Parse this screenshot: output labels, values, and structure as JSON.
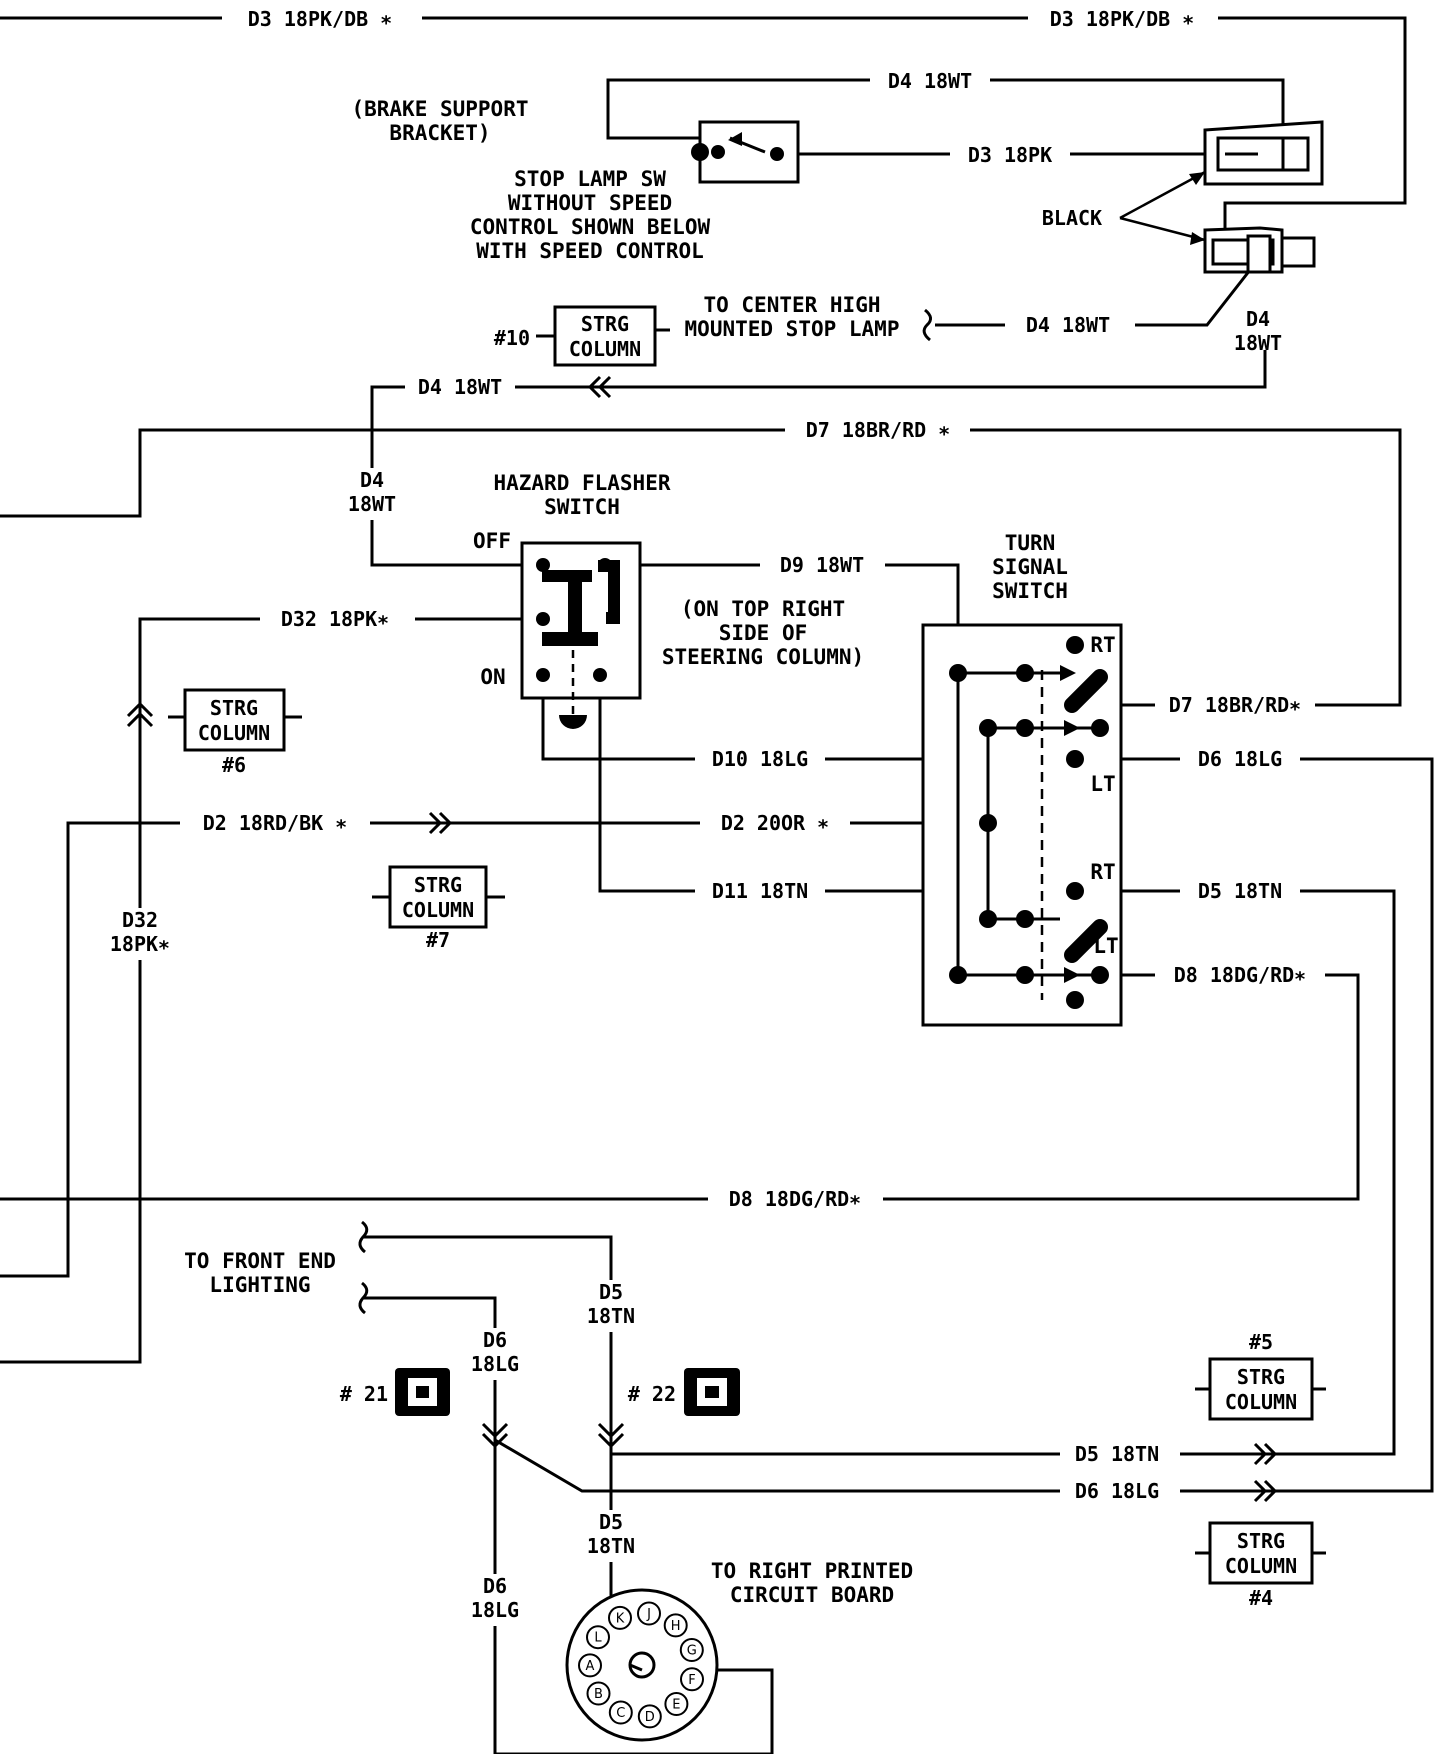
{
  "wires": {
    "d3_pk_db_left": "D3 18PK/DB ∗",
    "d3_pk_db_right": "D3 18PK/DB ∗",
    "d4_wt_top": "D4 18WT",
    "d3_pk": "D3 18PK",
    "black": "BLACK",
    "d4_wt_ccms": "D4 18WT",
    "d4_wt_conn_a": "D4",
    "d4_wt_conn_b": "18WT",
    "d4_wt_hz": "D4 18WT",
    "d4_wt_vert_a": "D4",
    "d4_wt_vert_b": "18WT",
    "d7_br_rd_top": "D7 18BR/RD ∗",
    "d9_wt": "D9 18WT",
    "d32_pk": "D32 18PK∗",
    "d7_br_rd_right": "D7 18BR/RD∗",
    "d10_lg": "D10 18LG",
    "d6_lg_right": "D6 18LG",
    "d2_rd_bk": "D2 18RD/BK ∗",
    "d2_or": "D2 20OR ∗",
    "d11_tn": "D11 18TN",
    "d5_tn_right": "D5 18TN",
    "d32_vert_a": "D32",
    "d32_vert_b": "18PK∗",
    "d8_dg_rd_right": "D8 18DG/RD∗",
    "d8_dg_rd_bottom": "D8 18DG/RD∗",
    "d5_tn_a1": "D5",
    "d5_tn_a2": "18TN",
    "d6_lg_a1": "D6",
    "d6_lg_a2": "18LG",
    "d5_tn_bottom": "D5 18TN",
    "d6_lg_bottom": "D6 18LG",
    "d5_tn_b1": "D5",
    "d5_tn_b2": "18TN",
    "d6_lg_b1": "D6",
    "d6_lg_b2": "18LG"
  },
  "labels": {
    "brake_bracket_1": "(BRAKE SUPPORT",
    "brake_bracket_2": "BRACKET)",
    "stop_lamp_1": "STOP LAMP SW",
    "stop_lamp_2": "WITHOUT SPEED",
    "stop_lamp_3": "CONTROL SHOWN BELOW",
    "stop_lamp_4": "WITH SPEED CONTROL",
    "chmsl_1": "TO CENTER HIGH",
    "chmsl_2": "MOUNTED STOP LAMP",
    "hazard_1": "HAZARD FLASHER",
    "hazard_2": "SWITCH",
    "off": "OFF",
    "on": "ON",
    "on_top_1": "(ON TOP RIGHT",
    "on_top_2": "SIDE OF",
    "on_top_3": "STEERING COLUMN)",
    "turn_1": "TURN",
    "turn_2": "SIGNAL",
    "turn_3": "SWITCH",
    "rt_1": "RT",
    "lt_1": "LT",
    "rt_2": "RT",
    "lt_2": "LT",
    "front_end_1": "TO FRONT END",
    "front_end_2": "LIGHTING",
    "pcb_1": "TO RIGHT PRINTED",
    "pcb_2": "CIRCUIT BOARD"
  },
  "strg_boxes": {
    "line1": "STRG",
    "line2": "COLUMN",
    "n10": "#10",
    "n6": "#6",
    "n7": "#7",
    "n5": "#5",
    "n4": "#4"
  },
  "grounds": {
    "g21": "# 21",
    "g22": "# 22"
  },
  "pcb_pins": [
    "K",
    "J",
    "H",
    "G",
    "F",
    "E",
    "D",
    "C",
    "B",
    "A",
    "L"
  ]
}
